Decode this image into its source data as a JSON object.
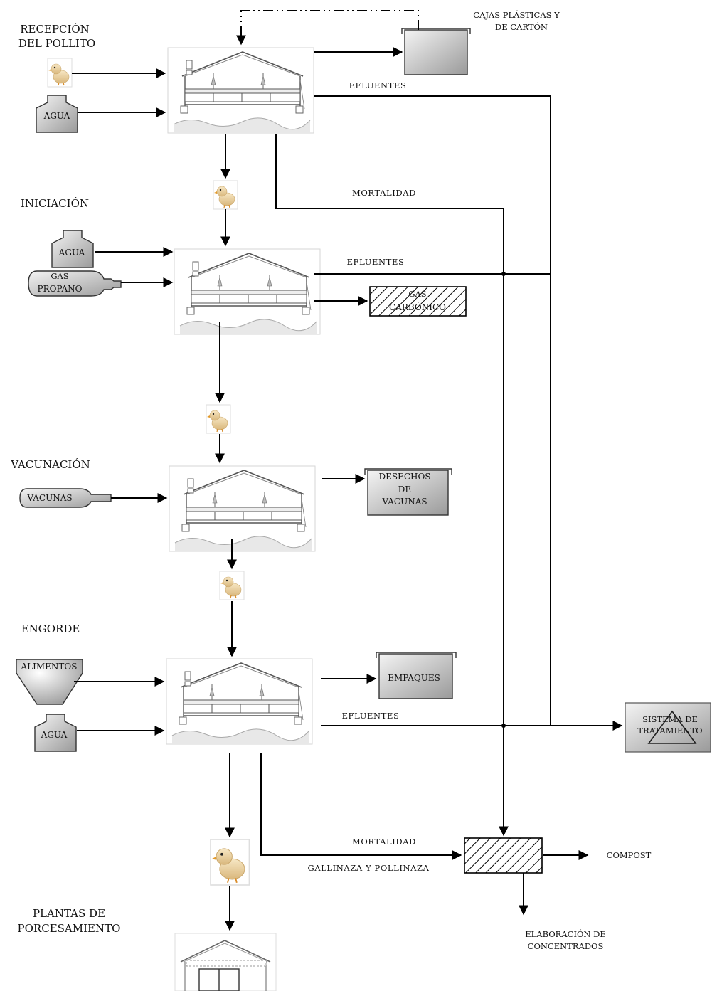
{
  "stages": {
    "recepcion_l1": "RECEPCIÓN",
    "recepcion_l2": "DEL POLLITO",
    "iniciacion": "INICIACIÓN",
    "vacunacion": "VACUNACIÓN",
    "engorde": "ENGORDE",
    "plantas_l1": "PLANTAS DE",
    "plantas_l2": "PORCESAMIENTO"
  },
  "inputs": {
    "agua_1": "AGUA",
    "agua_2": "AGUA",
    "gas_l1": "GAS",
    "gas_l2": "PROPANO",
    "vacunas": "VACUNAS",
    "alimentos": "ALIMENTOS",
    "agua_3": "AGUA"
  },
  "outputs": {
    "cajas_l1": "CAJAS PLÁSTICAS  Y",
    "cajas_l2": "DE CARTÓN",
    "gas_carb_l1": "GAS",
    "gas_carb_l2": "CARBÓNICO",
    "desechos_l1": "DESECHOS",
    "desechos_l2": "DE",
    "desechos_l3": "VACUNAS",
    "empaques": "EMPAQUES",
    "sistema_l1": "SISTEMA DE",
    "sistema_l2": "TRATAMIENTO",
    "compost": "COMPOST",
    "elaboracion_l1": "ELABORACIÓN DE",
    "elaboracion_l2": "CONCENTRADOS"
  },
  "flows": {
    "efluentes_1": "EFLUENTES",
    "mortalidad_1": "MORTALIDAD",
    "efluentes_2": "EFLUENTES",
    "efluentes_3": "EFLUENTES",
    "mortalidad_2": "MORTALIDAD",
    "gallinaza": "GALLINAZA Y POLLINAZA"
  },
  "icons": [
    "chick-icon",
    "barn-icon",
    "water-tank-icon",
    "gas-cylinder-icon",
    "hopper-icon",
    "container-icon",
    "treatment-icon"
  ]
}
